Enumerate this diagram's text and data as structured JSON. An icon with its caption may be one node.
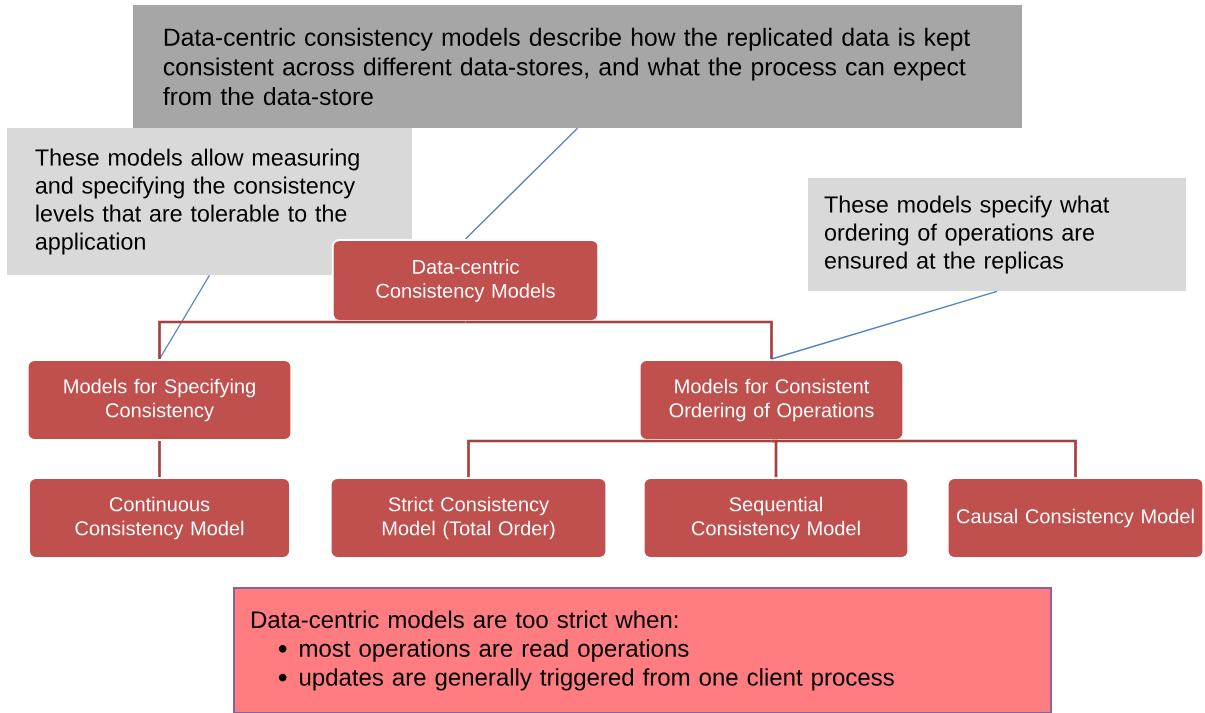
{
  "diagram": {
    "nodes": [
      {
        "text": [
          "Data-centric consistency models describe how the replicated data is kept consistent across different data-stores, and what the process can expect from the data-store"
        ]
      },
      {
        "text": [
          "These models allow measuring and specifying the consistency levels that are tolerable to the application"
        ]
      },
      {
        "text": [
          "Data-centric Consistency Models"
        ]
      },
      {
        "text": [
          "These models specify what ordering of operations are ensured at the replicas"
        ]
      },
      {
        "text": [
          "Models for Specifying Consistency"
        ]
      },
      {
        "text": [
          "Models for Consistent Ordering of Operations"
        ]
      },
      {
        "text": [
          "Continuous Consistency Model"
        ]
      },
      {
        "text": [
          "Strict Consistency Model (Total Order)"
        ]
      },
      {
        "text": [
          "Sequential Consistency Model"
        ]
      },
      {
        "text": [
          "Causal Consistency Model"
        ]
      },
      {
        "text": [
          "Data-centric models are too strict when:",
          "most operations are read operations",
          "updates are generally triggered from one client process"
        ]
      }
    ],
    "edges": [
      {
        "from": 0,
        "to": 2,
        "arrow": "none",
        "color": "#4f81bd"
      },
      {
        "from": 1,
        "to": 4,
        "arrow": "none",
        "color": "#4f81bd"
      },
      {
        "from": 3,
        "to": 5,
        "arrow": "none",
        "color": "#4f81bd"
      },
      {
        "from": 2,
        "to": 4,
        "arrow": "none"
      },
      {
        "from": 2,
        "to": 5,
        "arrow": "none"
      },
      {
        "from": 4,
        "to": 6,
        "arrow": "none"
      },
      {
        "from": 5,
        "to": 7,
        "arrow": "none"
      },
      {
        "from": 5,
        "to": 8,
        "arrow": "none"
      },
      {
        "from": 5,
        "to": 9,
        "arrow": "none"
      }
    ]
  }
}
